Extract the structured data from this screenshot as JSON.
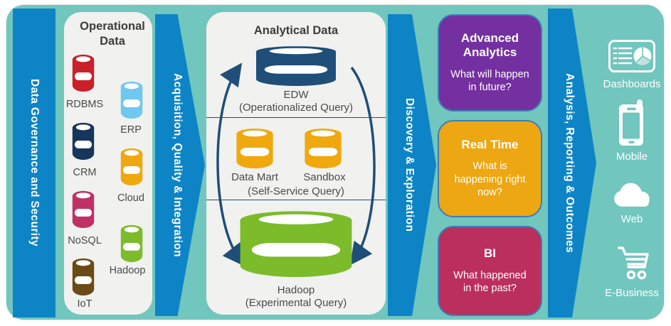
{
  "governance": {
    "label": "Data Governance and Security"
  },
  "operational": {
    "title": "Operational Data",
    "items": [
      {
        "label": "RDBMS",
        "color": "#c9202a"
      },
      {
        "label": "ERP",
        "color": "#6ec8f0"
      },
      {
        "label": "CRM",
        "color": "#16365c"
      },
      {
        "label": "Cloud",
        "color": "#efa80e"
      },
      {
        "label": "NoSQL",
        "color": "#bf3162"
      },
      {
        "label": "Hadoop",
        "color": "#7cbb2a"
      },
      {
        "label": "IoT",
        "color": "#6b4a17"
      }
    ]
  },
  "acquisition": {
    "label": "Acquisition, Quality & Integration"
  },
  "analytical": {
    "title": "Analytical Data",
    "edw": {
      "name": "EDW",
      "query": "(Operationalized Query)",
      "color": "#1f4e79"
    },
    "self_service": {
      "left": "Data Mart",
      "right": "Sandbox",
      "query": "(Self-Service Query)",
      "color": "#efa80e"
    },
    "hadoop": {
      "name": "Hadoop",
      "query": "(Experimental Query)",
      "color": "#7cbb2a"
    }
  },
  "discovery": {
    "label": "Discovery & Exploration"
  },
  "outcomes": [
    {
      "title": "Advanced Analytics",
      "question": "What will happen in future?",
      "color": "#7430a0"
    },
    {
      "title": "Real Time",
      "question": "What is happening right now?",
      "color": "#eda713"
    },
    {
      "title": "BI",
      "question": "What happened in the past?",
      "color": "#ba2f5e"
    }
  ],
  "analysis": {
    "label": "Analysis, Reporting & Outcomes"
  },
  "channels": [
    {
      "label": "Dashboards",
      "icon": "dashboards-icon"
    },
    {
      "label": "Mobile",
      "icon": "mobile-phone-icon"
    },
    {
      "label": "Web",
      "icon": "cloud-icon"
    },
    {
      "label": "E-Business",
      "icon": "shopping-cart-icon"
    }
  ],
  "colors": {
    "background_teal": "#71c6be",
    "flow_band_blue": "#0d84c6",
    "card_background": "#f1f1ef",
    "outcome_border_blue": "#3e7cb8",
    "cycle_arrow_navy": "#1f4e79"
  }
}
